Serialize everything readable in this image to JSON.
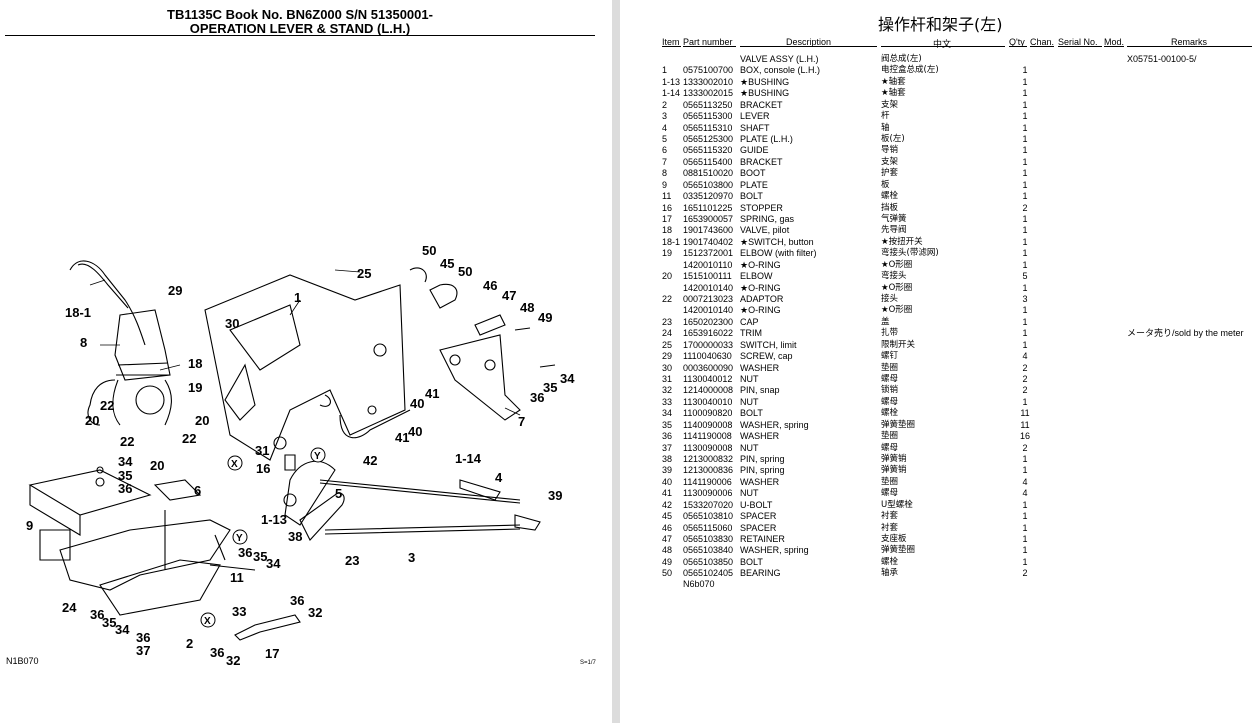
{
  "left_page": {
    "title_line1": "TB1135C  Book No. BN6Z000  S/N 51350001-",
    "title_line2": "OPERATION LEVER & STAND (L.H.)",
    "footer_code": "N1B070",
    "footer_small": "S=1/7",
    "callouts": [
      "18-1",
      "29",
      "8",
      "18",
      "19",
      "30",
      "1",
      "20",
      "22",
      "20",
      "22",
      "22",
      "20",
      "25",
      "50",
      "45",
      "50",
      "46",
      "47",
      "48",
      "49",
      "35",
      "34",
      "36",
      "7",
      "40",
      "41",
      "40",
      "41",
      "42",
      "Y",
      "X",
      "1-14",
      "4",
      "39",
      "34",
      "35",
      "36",
      "6",
      "9",
      "16",
      "31",
      "5",
      "1-13",
      "38",
      "23",
      "3",
      "Y",
      "36",
      "35",
      "34",
      "11",
      "24",
      "36",
      "35",
      "34",
      "33",
      "X",
      "36",
      "32",
      "36",
      "37",
      "2",
      "36",
      "32",
      "17"
    ]
  },
  "right_page": {
    "title": "操作杆和架子(左)",
    "headers": {
      "item": "Item",
      "part_number": "Part number",
      "description": "Description",
      "chinese": "中文",
      "qty": "Q'ty",
      "chan": "Chan.",
      "serial_no": "Serial No.",
      "mod": "Mod.",
      "remarks": "Remarks"
    },
    "rows": [
      {
        "item": "",
        "pn": "",
        "desc": "VALVE ASSY (L.H.)",
        "cn": "阀总成(左)",
        "qty": "",
        "rem": "X05751-00100-5/"
      },
      {
        "item": "1",
        "pn": "0575100700",
        "desc": "BOX, console (L.H.)",
        "cn": "电控盒总成(左)",
        "qty": "1",
        "rem": ""
      },
      {
        "item": "1-13",
        "pn": "1333002010",
        "desc": "★BUSHING",
        "cn": "★轴套",
        "qty": "1",
        "rem": ""
      },
      {
        "item": "1-14",
        "pn": "1333002015",
        "desc": "★BUSHING",
        "cn": "★轴套",
        "qty": "1",
        "rem": ""
      },
      {
        "item": "2",
        "pn": "0565113250",
        "desc": "BRACKET",
        "cn": "支架",
        "qty": "1",
        "rem": ""
      },
      {
        "item": "3",
        "pn": "0565115300",
        "desc": "LEVER",
        "cn": "杆",
        "qty": "1",
        "rem": ""
      },
      {
        "item": "4",
        "pn": "0565115310",
        "desc": "SHAFT",
        "cn": "轴",
        "qty": "1",
        "rem": ""
      },
      {
        "item": "5",
        "pn": "0565125300",
        "desc": "PLATE (L.H.)",
        "cn": "板(左)",
        "qty": "1",
        "rem": ""
      },
      {
        "item": "6",
        "pn": "0565115320",
        "desc": "GUIDE",
        "cn": "导销",
        "qty": "1",
        "rem": ""
      },
      {
        "item": "7",
        "pn": "0565115400",
        "desc": "BRACKET",
        "cn": "支架",
        "qty": "1",
        "rem": ""
      },
      {
        "item": "8",
        "pn": "0881510020",
        "desc": "BOOT",
        "cn": "护套",
        "qty": "1",
        "rem": ""
      },
      {
        "item": "9",
        "pn": "0565103800",
        "desc": "PLATE",
        "cn": "板",
        "qty": "1",
        "rem": ""
      },
      {
        "item": "11",
        "pn": "0335120970",
        "desc": "BOLT",
        "cn": "螺栓",
        "qty": "1",
        "rem": ""
      },
      {
        "item": "16",
        "pn": "1651101225",
        "desc": "STOPPER",
        "cn": "挡板",
        "qty": "2",
        "rem": ""
      },
      {
        "item": "17",
        "pn": "1653900057",
        "desc": "SPRING, gas",
        "cn": "气弹簧",
        "qty": "1",
        "rem": ""
      },
      {
        "item": "18",
        "pn": "1901743600",
        "desc": "VALVE, pilot",
        "cn": "先导阀",
        "qty": "1",
        "rem": ""
      },
      {
        "item": "18-1",
        "pn": "1901740402",
        "desc": "★SWITCH, button",
        "cn": "★按扭开关",
        "qty": "1",
        "rem": ""
      },
      {
        "item": "19",
        "pn": "1512372001",
        "desc": "ELBOW (with filter)",
        "cn": "弯接头(带滤网)",
        "qty": "1",
        "rem": ""
      },
      {
        "item": "",
        "pn": "1420010110",
        "desc": "★O-RING",
        "cn": "★O形圈",
        "qty": "1",
        "rem": ""
      },
      {
        "item": "20",
        "pn": "1515100111",
        "desc": "ELBOW",
        "cn": "弯接头",
        "qty": "5",
        "rem": ""
      },
      {
        "item": "",
        "pn": "1420010140",
        "desc": "★O-RING",
        "cn": "★O形圈",
        "qty": "1",
        "rem": ""
      },
      {
        "item": "22",
        "pn": "0007213023",
        "desc": "ADAPTOR",
        "cn": "接头",
        "qty": "3",
        "rem": ""
      },
      {
        "item": "",
        "pn": "1420010140",
        "desc": "★O-RING",
        "cn": "★O形圈",
        "qty": "1",
        "rem": ""
      },
      {
        "item": "23",
        "pn": "1650202300",
        "desc": "CAP",
        "cn": "盖",
        "qty": "1",
        "rem": ""
      },
      {
        "item": "24",
        "pn": "1653916022",
        "desc": "TRIM",
        "cn": "扎带",
        "qty": "1",
        "rem": "メータ売り/sold by the meter"
      },
      {
        "item": "25",
        "pn": "1700000033",
        "desc": "SWITCH, limit",
        "cn": "限制开关",
        "qty": "1",
        "rem": ""
      },
      {
        "item": "29",
        "pn": "1110040630",
        "desc": "SCREW, cap",
        "cn": "螺钉",
        "qty": "4",
        "rem": ""
      },
      {
        "item": "30",
        "pn": "0003600090",
        "desc": "WASHER",
        "cn": "垫圈",
        "qty": "2",
        "rem": ""
      },
      {
        "item": "31",
        "pn": "1130040012",
        "desc": "NUT",
        "cn": "螺母",
        "qty": "2",
        "rem": ""
      },
      {
        "item": "32",
        "pn": "1214000008",
        "desc": "PIN, snap",
        "cn": "锁销",
        "qty": "2",
        "rem": ""
      },
      {
        "item": "33",
        "pn": "1130040010",
        "desc": "NUT",
        "cn": "螺母",
        "qty": "1",
        "rem": ""
      },
      {
        "item": "34",
        "pn": "1100090820",
        "desc": "BOLT",
        "cn": "螺栓",
        "qty": "11",
        "rem": ""
      },
      {
        "item": "35",
        "pn": "1140090008",
        "desc": "WASHER, spring",
        "cn": "弹簧垫圈",
        "qty": "11",
        "rem": ""
      },
      {
        "item": "36",
        "pn": "1141190008",
        "desc": "WASHER",
        "cn": "垫圈",
        "qty": "16",
        "rem": ""
      },
      {
        "item": "37",
        "pn": "1130090008",
        "desc": "NUT",
        "cn": "螺母",
        "qty": "2",
        "rem": ""
      },
      {
        "item": "38",
        "pn": "1213000832",
        "desc": "PIN, spring",
        "cn": "弹簧销",
        "qty": "1",
        "rem": ""
      },
      {
        "item": "39",
        "pn": "1213000836",
        "desc": "PIN, spring",
        "cn": "弹簧销",
        "qty": "1",
        "rem": ""
      },
      {
        "item": "40",
        "pn": "1141190006",
        "desc": "WASHER",
        "cn": "垫圈",
        "qty": "4",
        "rem": ""
      },
      {
        "item": "41",
        "pn": "1130090006",
        "desc": "NUT",
        "cn": "螺母",
        "qty": "4",
        "rem": ""
      },
      {
        "item": "42",
        "pn": "1533207020",
        "desc": "U-BOLT",
        "cn": "U型螺栓",
        "qty": "1",
        "rem": ""
      },
      {
        "item": "45",
        "pn": "0565103810",
        "desc": "SPACER",
        "cn": "衬套",
        "qty": "1",
        "rem": ""
      },
      {
        "item": "46",
        "pn": "0565115060",
        "desc": "SPACER",
        "cn": "衬套",
        "qty": "1",
        "rem": ""
      },
      {
        "item": "47",
        "pn": "0565103830",
        "desc": "RETAINER",
        "cn": "支座板",
        "qty": "1",
        "rem": ""
      },
      {
        "item": "48",
        "pn": "0565103840",
        "desc": "WASHER, spring",
        "cn": "弹簧垫圈",
        "qty": "1",
        "rem": ""
      },
      {
        "item": "49",
        "pn": "0565103850",
        "desc": "BOLT",
        "cn": "螺栓",
        "qty": "1",
        "rem": ""
      },
      {
        "item": "50",
        "pn": "0565102405",
        "desc": "BEARING",
        "cn": "轴承",
        "qty": "2",
        "rem": ""
      }
    ],
    "footer_code": "N6b070"
  }
}
